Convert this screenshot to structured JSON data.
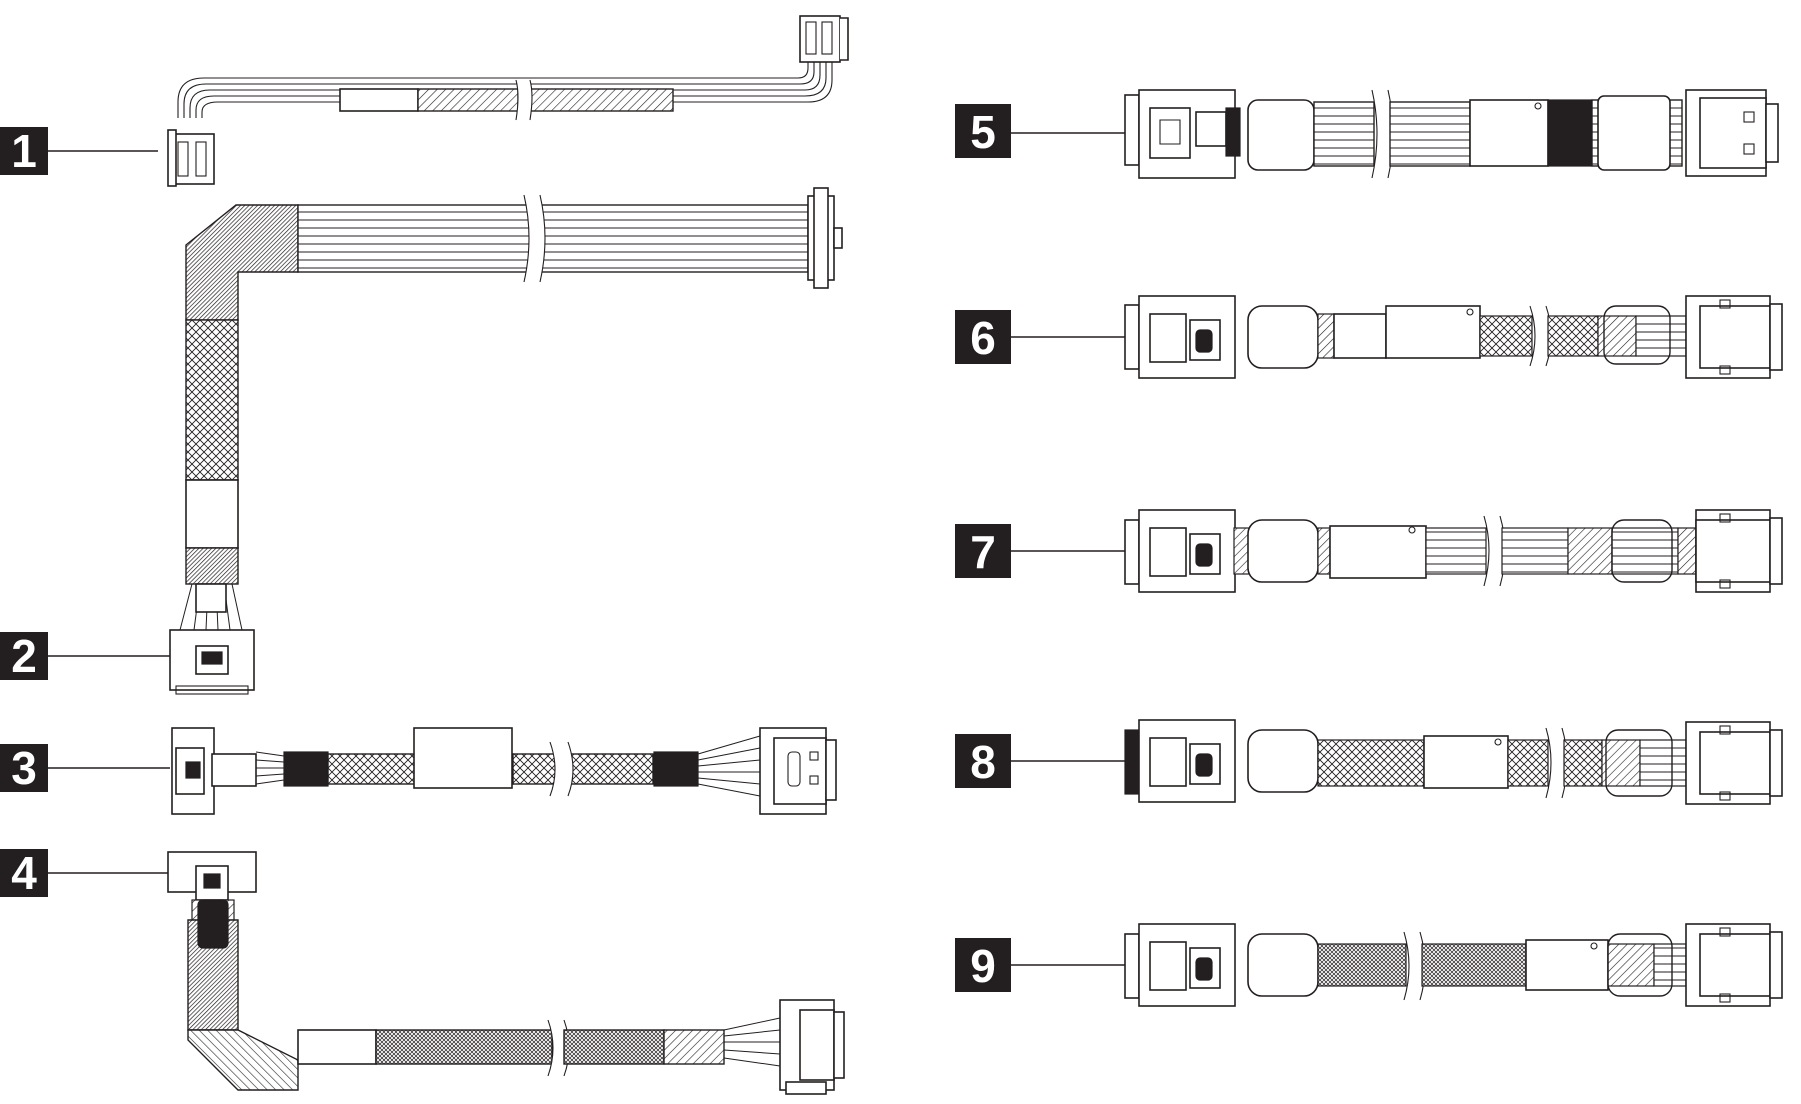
{
  "colors": {
    "ink": "#231f20",
    "background": "#ffffff"
  },
  "callouts": [
    {
      "label": "1"
    },
    {
      "label": "2"
    },
    {
      "label": "3"
    },
    {
      "label": "4"
    },
    {
      "label": "5"
    },
    {
      "label": "6"
    },
    {
      "label": "7"
    },
    {
      "label": "8"
    },
    {
      "label": "9"
    }
  ]
}
